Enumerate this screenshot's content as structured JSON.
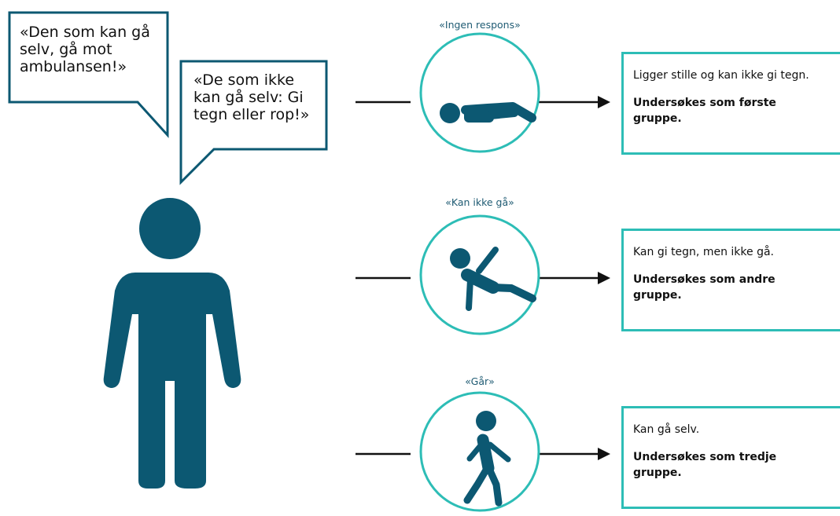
{
  "speech_bubbles": {
    "walk_to_ambulance": "«Den som kan gå selv, gå mot ambulansen!»",
    "signal_or_shout": "«De som ikke kan gå selv: Gi tegn eller rop!»"
  },
  "categories": [
    {
      "label": "«Ingen respons»",
      "icon": "lying-person-icon",
      "description": "Ligger stille og kan ikke gi tegn.",
      "action": "Undersøkes som første gruppe."
    },
    {
      "label": "«Kan ikke gå»",
      "icon": "sitting-person-icon",
      "description": "Kan gi tegn, men ikke gå.",
      "action": "Undersøkes som andre gruppe."
    },
    {
      "label": "«Går»",
      "icon": "walking-person-icon",
      "description": "Kan gå selv.",
      "action": "Undersøkes som tredje gruppe."
    }
  ],
  "colors": {
    "figure": "#0c5872",
    "accent": "#2dbdb6",
    "bubble_border": "#0c5872",
    "label_text": "#1f5b73"
  }
}
